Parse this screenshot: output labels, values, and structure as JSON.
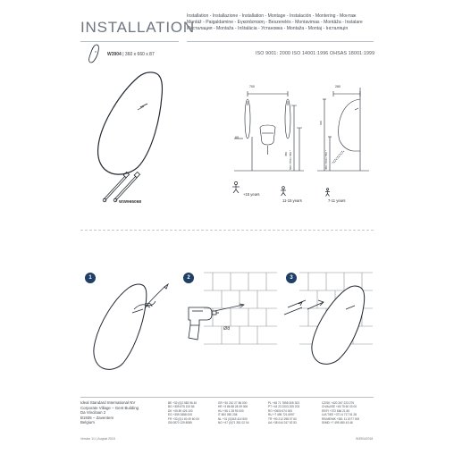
{
  "header": {
    "title": "INSTALLATION",
    "languages_lines": [
      "Installation - Installazione - Installation - Montage - Instalación - Montering - Монтаж",
      "Montáž - Paigaldamine - Εγκατάσταση - Beszerelés - Montavimas - Montāža - Instalare",
      "Инсталация - Montaža - Inštalácia - Установка - Montaža - Montaj - Інсталяція"
    ]
  },
  "product": {
    "code": "W3904",
    "dimensions": "360 x 660 x 87",
    "certifications": "ISO 9001: 2000  ISO 14001:1996  OHSAS 18001:1999"
  },
  "drawing": {
    "dim_top_front": "700",
    "dim_top_side": "280",
    "dim_side_height": "660",
    "dim_left_small": "65",
    "dim_vertical_1": "450",
    "dim_vertical_2": "500 / 550 / 650 *",
    "dim_vertical_3": "450 / 500 / 550 *",
    "fixing_kit": "WW965068"
  },
  "ages": {
    "adult": "+15 years",
    "teen": "11-15 years",
    "child": "7-11 years"
  },
  "steps": [
    {
      "number": "1"
    },
    {
      "number": "2",
      "drill_label": "Ø8"
    },
    {
      "number": "3"
    }
  ],
  "footer": {
    "address_lines": [
      "Ideal Standard International NV",
      "Corporate Village – Gent Building",
      "Da Vincilaan 2",
      "B1935 – Zaventem",
      "Belgium"
    ],
    "version": "Version 1/1 | August 2018",
    "doc_number": "W3904/2018",
    "phone_columns": [
      [
        "BE  +32 (0)2 583 96 40",
        "BG  +359 875 100 84",
        "DK  +45 89 426 100",
        "EG  +359 2888 005",
        "FR  +33 (0)1 60 49 60 00",
        "GB  0870 129 8085"
      ],
      [
        "GR  +30 210 27 86 000",
        "HR  +3 86 88 28 39 006",
        "HU  +36 1 28 93 000",
        "IT  800 050 208",
        "NL  +31 (0)343 414 500",
        "NO  +47 (0)71 351 02 04"
      ],
      [
        "PL  +48 71 7898 305 303",
        "PT  +43 23 2203 205 203",
        "RO  +0800 674 000",
        "RU  +7 495 721 6997",
        "TR  +90 212 258 07 60",
        "UA  +38 044 247 52 53"
      ],
      [
        "CZ/SK  +420 267 223 275",
        "CH/AU/SE  +45 75 60 00 00",
        "EE/FI  +372 666 21 80",
        "LV/LT/EE  +371 6 717 51 28",
        "RS/ME/MK  +381 11 2077 000",
        "SI/MD  +7 495 480 43 46"
      ]
    ]
  },
  "colors": {
    "accent": "#1f3f66",
    "line": "#222831",
    "tile": "#8a9097"
  },
  "icons": [
    "urinal-small-icon",
    "drill-icon",
    "screwdriver-icon",
    "screw-icon",
    "person-icon"
  ]
}
